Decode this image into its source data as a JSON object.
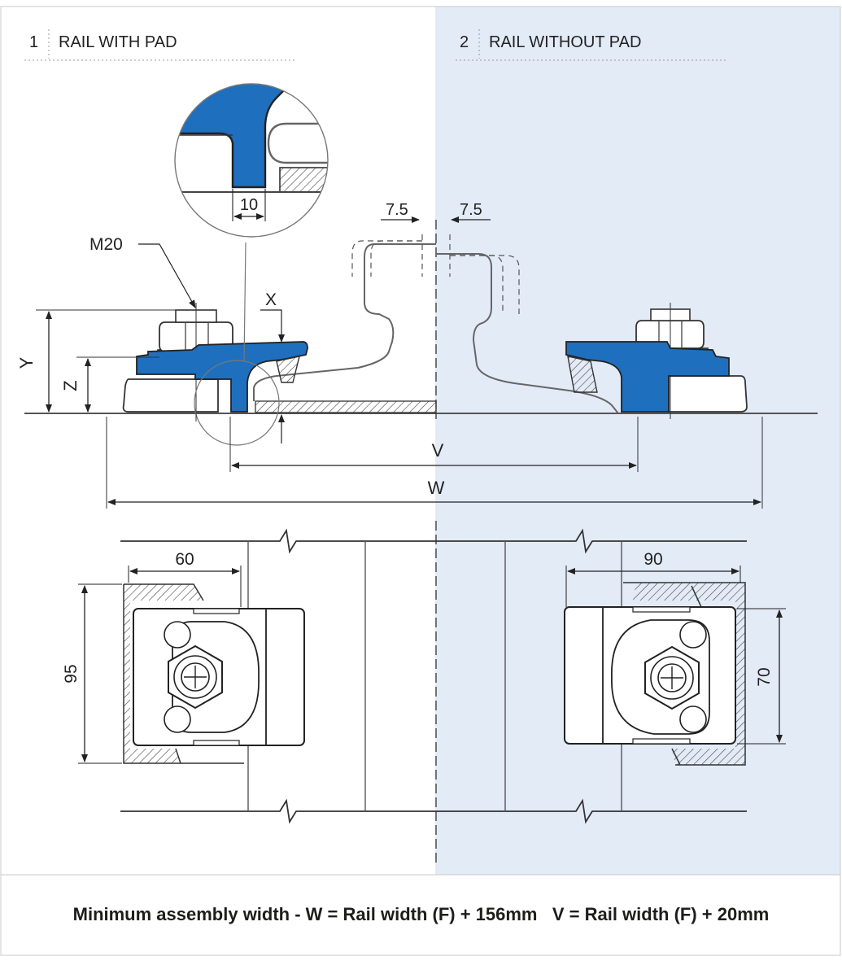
{
  "sections": [
    {
      "number": "1",
      "title": "RAIL WITH PAD"
    },
    {
      "number": "2",
      "title": "RAIL WITHOUT PAD"
    }
  ],
  "dimensions": {
    "detail_gap": "10",
    "offset_left": "7.5",
    "offset_right": "7.5",
    "bolt": "M20",
    "x": "X",
    "y": "Y",
    "z": "Z",
    "v": "V",
    "w": "W",
    "plate_left_width": "60",
    "plate_right_width": "90",
    "plate_left_height": "95",
    "plate_right_height": "70"
  },
  "caption": {
    "part1": "Minimum assembly width - W = Rail width (F) + 156mm",
    "part2": "V = Rail width (F) + 20mm"
  },
  "colors": {
    "clamp_blue": "#1f6fbf",
    "right_panel": "#e3ebf7",
    "line": "#555555"
  }
}
